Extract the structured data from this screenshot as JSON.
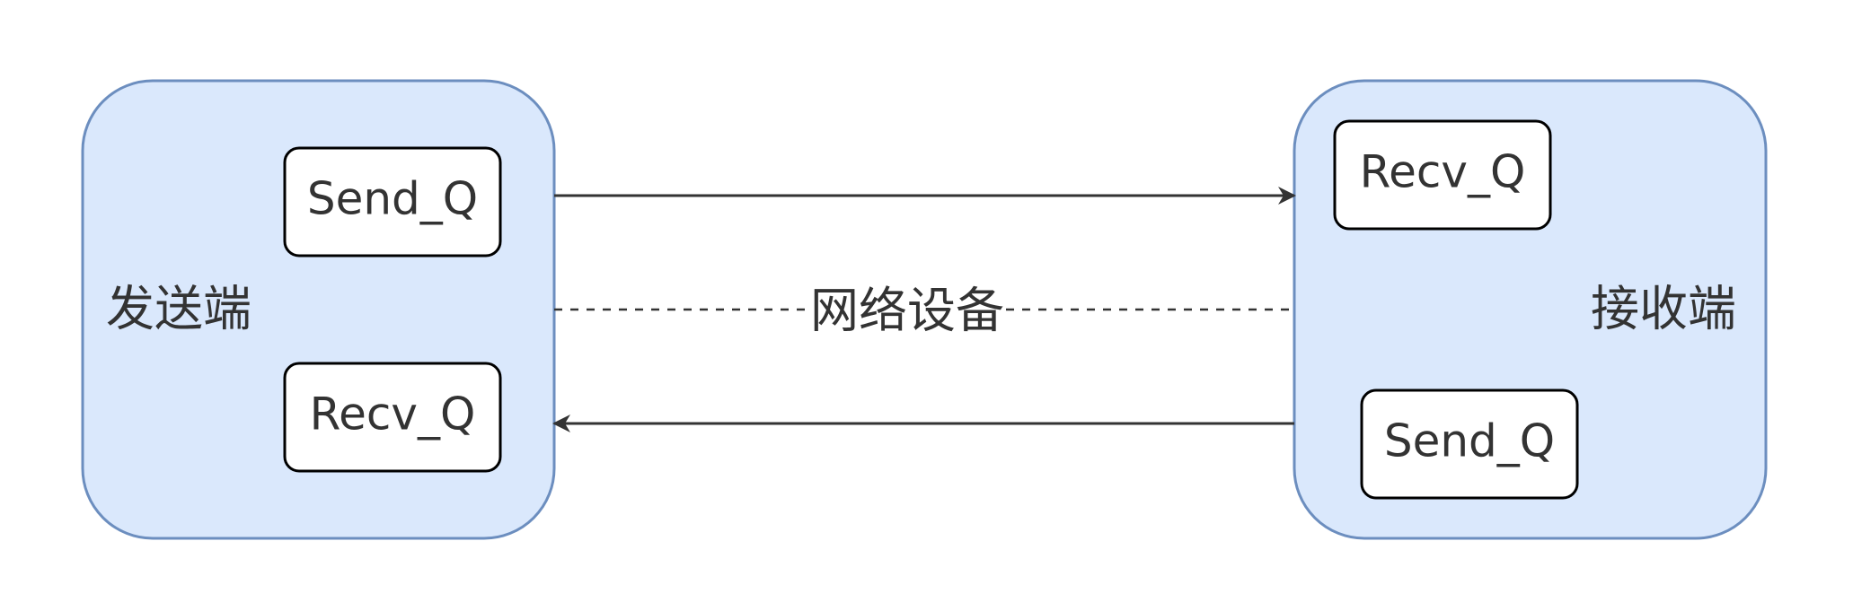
{
  "colors": {
    "container_fill": "#dae8fc",
    "container_stroke": "#6c8ebf",
    "box_fill": "#ffffff",
    "box_stroke": "#000000",
    "edge": "#333333",
    "text": "#333333",
    "background": "#ffffff"
  },
  "sender": {
    "label": "发送端",
    "send_queue": "Send_Q",
    "recv_queue": "Recv_Q"
  },
  "receiver": {
    "label": "接收端",
    "recv_queue": "Recv_Q",
    "send_queue": "Send_Q"
  },
  "network": {
    "label": "网络设备"
  }
}
